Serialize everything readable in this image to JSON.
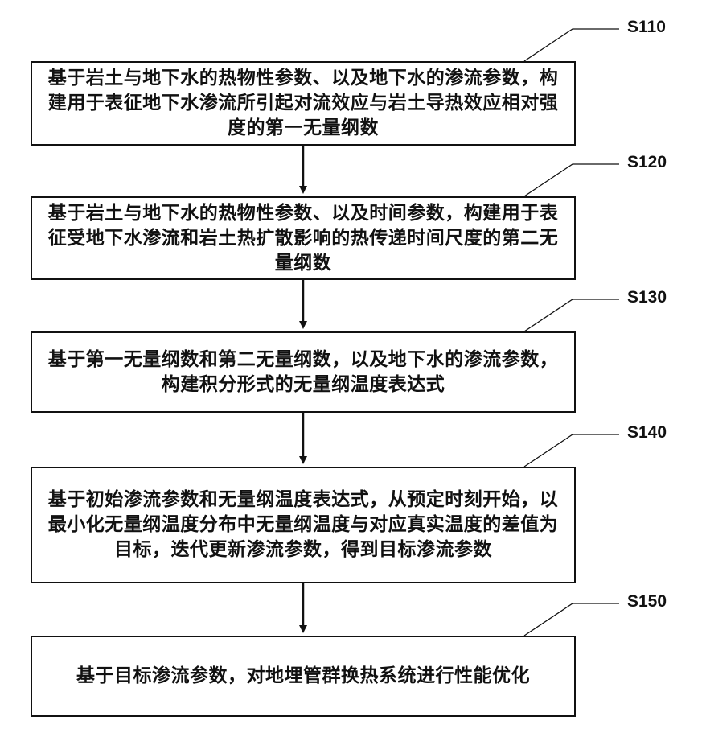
{
  "steps": [
    {
      "label": "S110",
      "text": "基于岩土与地下水的热物性参数、以及地下水的渗流参数，构建用于表征地下水渗流所引起对流效应与岩土导热效应相对强度的第一无量纲数"
    },
    {
      "label": "S120",
      "text": "基于岩土与地下水的热物性参数、以及时间参数，构建用于表征受地下水渗流和岩土热扩散影响的热传递时间尺度的第二无量纲数"
    },
    {
      "label": "S130",
      "text": "基于第一无量纲数和第二无量纲数，以及地下水的渗流参数，构建积分形式的无量纲温度表达式"
    },
    {
      "label": "S140",
      "text": "基于初始渗流参数和无量纲温度表达式，从预定时刻开始，以最小化无量纲温度分布中无量纲温度与对应真实温度的差值为目标，迭代更新渗流参数，得到目标渗流参数"
    },
    {
      "label": "S150",
      "text": "基于目标渗流参数，对地埋管群换热系统进行性能优化"
    }
  ]
}
